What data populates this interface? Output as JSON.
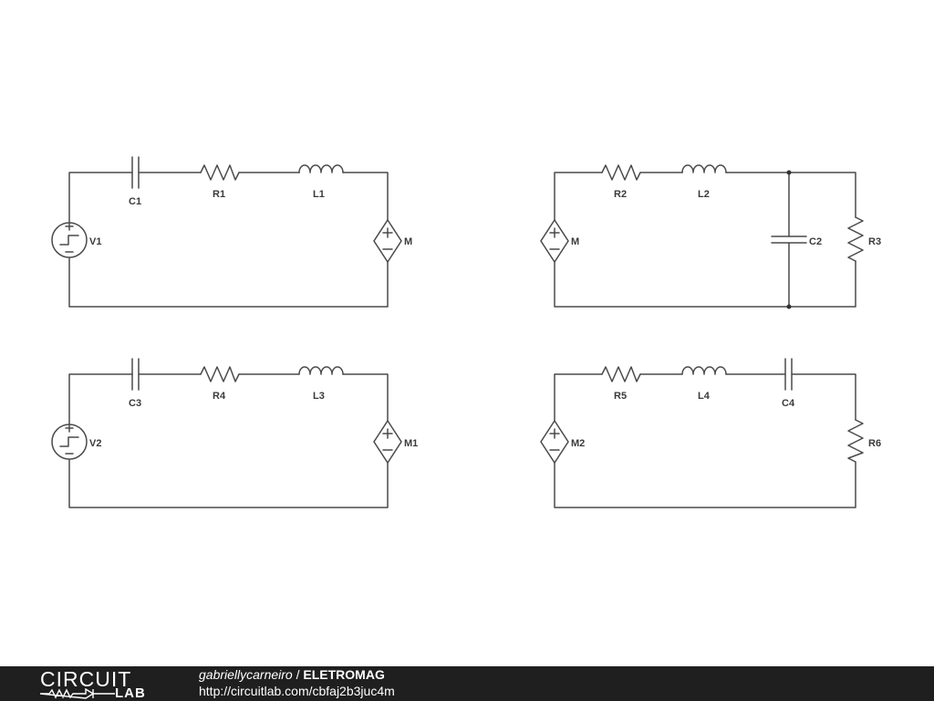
{
  "schematic": {
    "labels": {
      "c1": "C1",
      "r1": "R1",
      "l1": "L1",
      "v1": "V1",
      "m_a": "M",
      "r2": "R2",
      "l2": "L2",
      "m_b": "M",
      "c2": "C2",
      "r3": "R3",
      "c3": "C3",
      "r4": "R4",
      "l3": "L3",
      "v2": "V2",
      "m1": "M1",
      "r5": "R5",
      "l4": "L4",
      "c4": "C4",
      "m2": "M2",
      "r6": "R6"
    }
  },
  "footer": {
    "logo_top": "CIRCUIT",
    "logo_bottom": "LAB",
    "user": "gabriellycarneiro",
    "separator": " / ",
    "project": "ELETROMAG",
    "url": "http://circuitlab.com/cbfaj2b3juc4m"
  },
  "colors": {
    "wire": "#4a4a4a",
    "footer_bg": "#1f1f1f"
  }
}
